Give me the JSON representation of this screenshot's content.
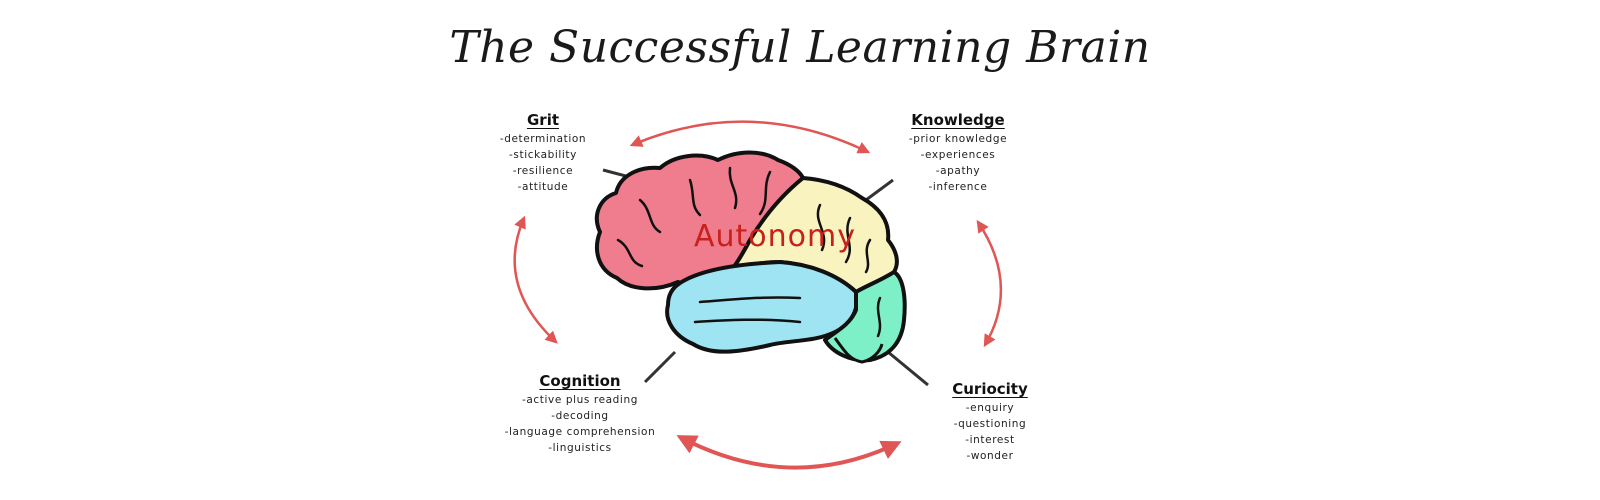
{
  "title": "The Successful Learning Brain",
  "center_label": "Autonomy",
  "groups": {
    "grit": {
      "heading": "Grit",
      "items": [
        "-determination",
        "-stickability",
        "-resilience",
        "-attitude"
      ]
    },
    "knowledge": {
      "heading": "Knowledge",
      "items": [
        "-prior knowledge",
        "-experiences",
        "-apathy",
        "-inference"
      ]
    },
    "cognition": {
      "heading": "Cognition",
      "items": [
        "-active plus reading",
        "-decoding",
        "-language comprehension",
        "-linguistics"
      ]
    },
    "curiosity": {
      "heading": "Curiocity",
      "items": [
        "-enquiry",
        "-questioning",
        "-interest",
        "-wonder"
      ]
    }
  },
  "colors": {
    "frontal_lobe": "#f07d8e",
    "parietal_lobe": "#f9f3c0",
    "temporal_lobe": "#9ee4f2",
    "occipital_lobe": "#7ef0c8",
    "arrow": "#e05654",
    "center_label": "#c8201a"
  }
}
